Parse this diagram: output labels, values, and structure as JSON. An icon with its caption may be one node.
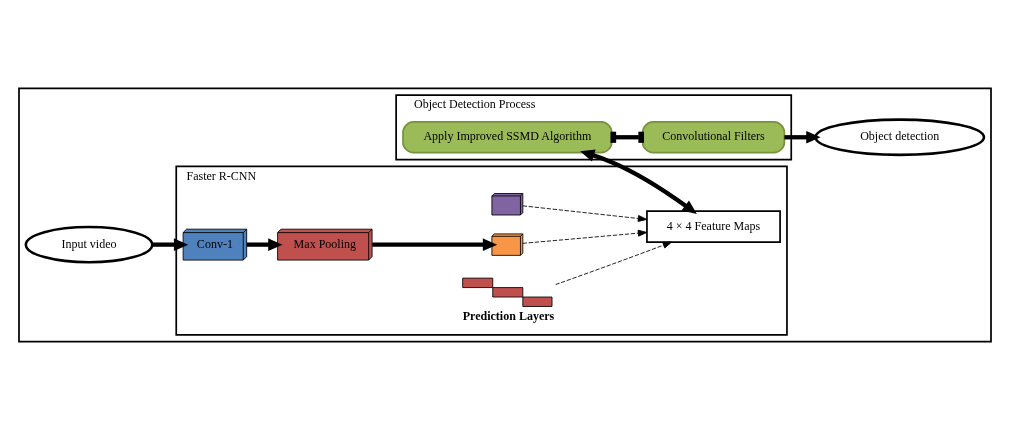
{
  "diagram": {
    "nodes": [
      {
        "text": [],
        "shape": "box"
      },
      {
        "text": [
          "Input video"
        ],
        "in": 0
      },
      {
        "text": [
          "Faster R-CNN"
        ],
        "in": 0
      },
      {
        "text": [
          "Conv-1"
        ],
        "in": 2
      },
      {
        "text": [
          "Max Pooling"
        ],
        "in": 2
      },
      {
        "text": [],
        "shape": "picture",
        "in": 2
      },
      {
        "text": [],
        "shape": "picture",
        "in": 2
      },
      {
        "text": [],
        "shape": "picture",
        "in": 2,
        "beside": [
          "Prediction Layers"
        ]
      },
      {
        "text": [
          "4 × 4 Feature Maps"
        ],
        "in": 2
      },
      {
        "text": [
          "Object Detection Process"
        ],
        "in": 0
      },
      {
        "text": [
          "Convolutional Filters"
        ],
        "in": 9
      },
      {
        "text": [
          "Apply Improved SSMD Algorithm"
        ],
        "in": 9
      },
      {
        "text": [
          "Object detection"
        ],
        "in": 0
      }
    ],
    "edges": [
      {
        "from": 1,
        "to": 3,
        "arrow": "to"
      },
      {
        "from": 3,
        "to": 4,
        "arrow": "to"
      },
      {
        "from": 4,
        "to": 6,
        "arrow": "to"
      },
      {
        "from": 5,
        "to": 8,
        "arrow": "to",
        "style": "dashed"
      },
      {
        "from": 6,
        "to": 8,
        "arrow": "to",
        "style": "dashed"
      },
      {
        "from": 7,
        "to": 8,
        "arrow": "to",
        "style": "dashed"
      },
      {
        "from": 11,
        "to": 8,
        "arrow": "both"
      },
      {
        "from": 11,
        "to": 10,
        "arrow": "other"
      },
      {
        "from": 10,
        "to": 12,
        "arrow": "to"
      }
    ]
  }
}
